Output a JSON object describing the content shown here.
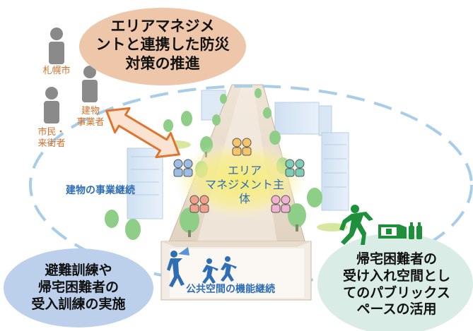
{
  "top_oval": {
    "text": "エリアマネジメ\nントと連携した防災\n対策の推進"
  },
  "actors": {
    "city": "札幌市",
    "building_owner": "建物\n事業者",
    "citizens": "市民・\n来街者"
  },
  "center_label": "エリア\nマネジメント主体",
  "left_label": "建物の事業継続",
  "bottom_label": "公共空間の機能継続",
  "left_oval": {
    "text": "避難訓練や\n帰宅困難者の\n受入訓練の実施"
  },
  "right_oval": {
    "text": "帰宅困難者の\n受け入れ空間とし\nてのパブリックス\nペースの活用"
  },
  "colors": {
    "peach_oval": "#eec6aa",
    "blue_oval": "#bcd0ec",
    "mint_oval": "#d9ece6",
    "arrow": "#e0742e",
    "dash_ring": "#a8cde8",
    "glow": "#f6ea6e",
    "text_blue": "#2f6db4",
    "text_orange": "#d2712b",
    "emergency_green": "#1e8f3a"
  }
}
